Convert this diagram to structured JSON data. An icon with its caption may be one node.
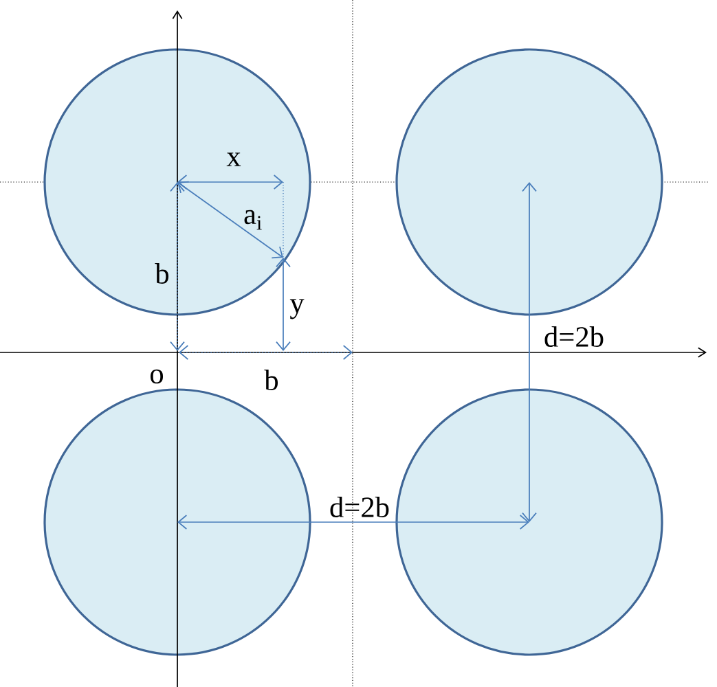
{
  "diagram": {
    "nodes": [
      {
        "text": [],
        "shape": "circle"
      },
      {
        "text": [],
        "shape": "circle"
      },
      {
        "text": [],
        "shape": "circle"
      },
      {
        "text": [],
        "shape": "circle"
      }
    ],
    "edges": [
      {
        "from": 1,
        "to": 3,
        "arrow": "both",
        "label": "d=2b"
      },
      {
        "from": 2,
        "to": 3,
        "arrow": "both",
        "label": "d=2b"
      }
    ],
    "labels": [
      "x",
      "a$_{i}$",
      "b",
      "y",
      "o",
      "b"
    ]
  }
}
